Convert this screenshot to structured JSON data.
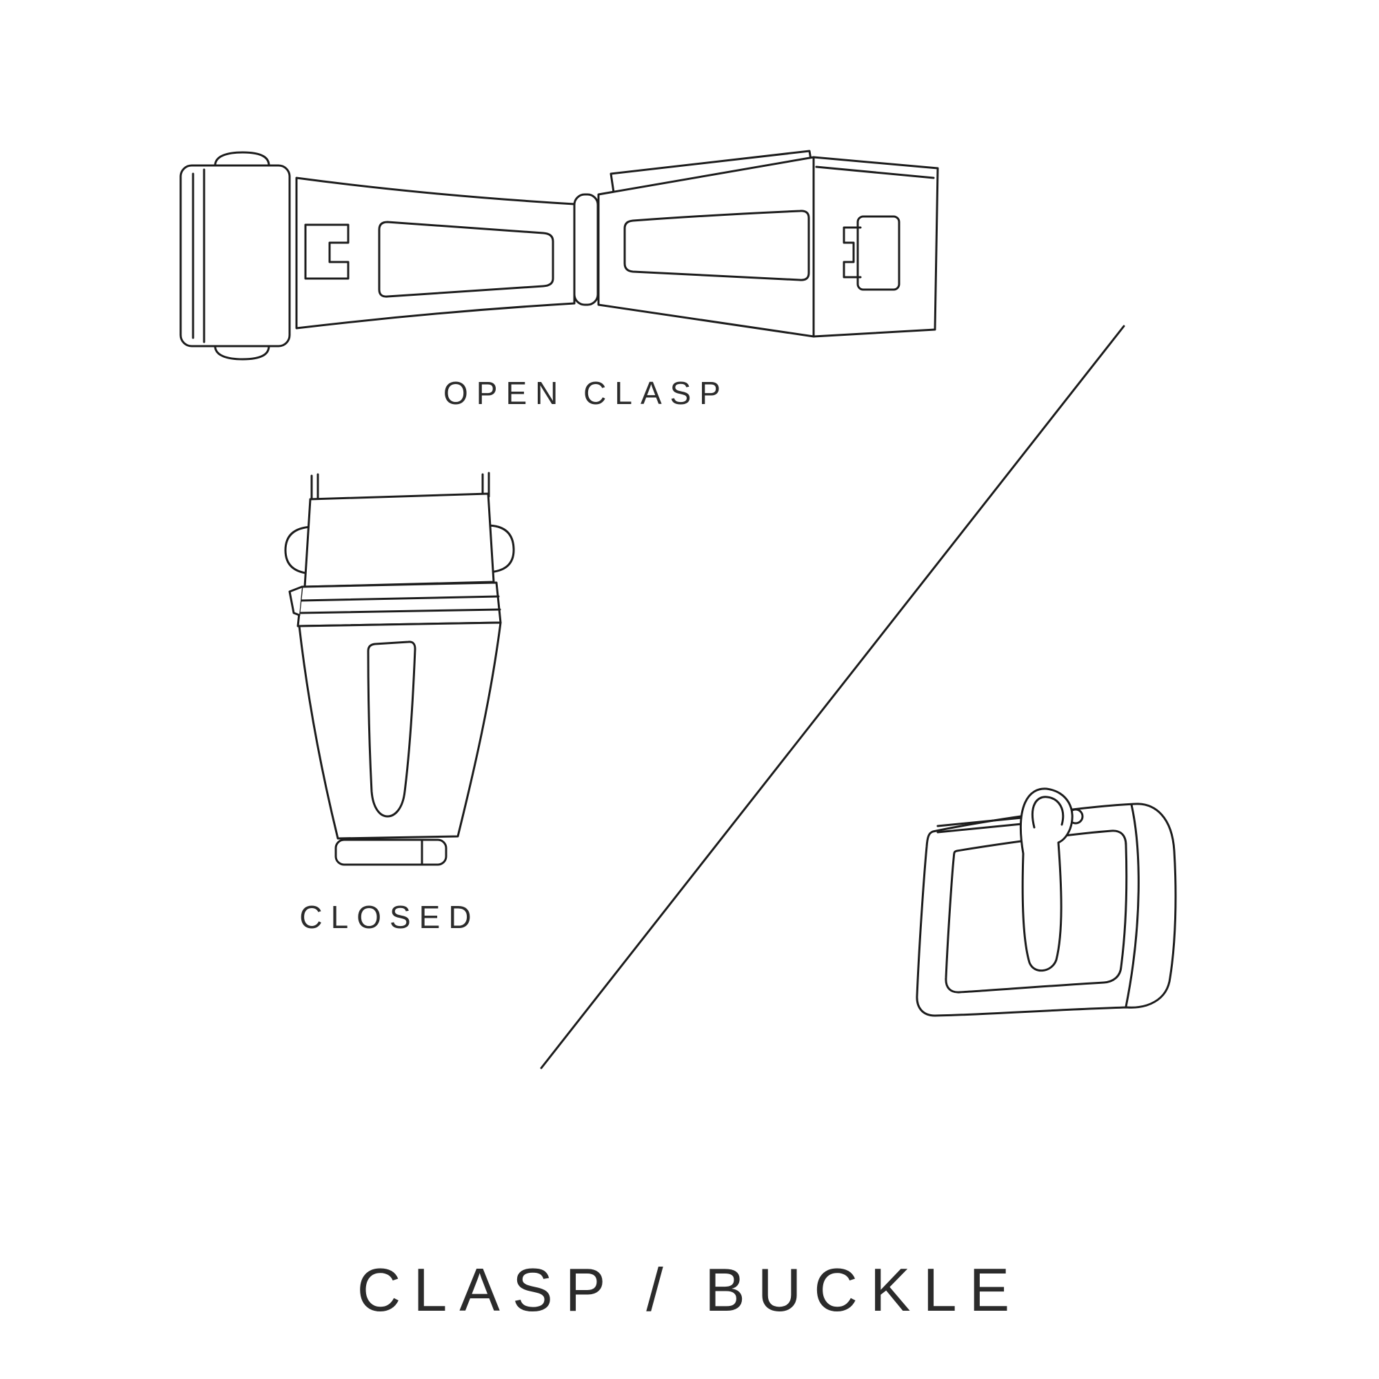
{
  "title": "CLASP / BUCKLE",
  "figures": {
    "open_clasp": {
      "name": "open-clasp-illustration",
      "label": "OPEN CLASP"
    },
    "closed_clasp": {
      "name": "closed-clasp-illustration",
      "label": "CLOSED"
    },
    "buckle": {
      "name": "tang-buckle-illustration",
      "label": ""
    }
  },
  "colors": {
    "background": "#ffffff",
    "line": "#1c1c1c",
    "text": "#2b2b2b"
  }
}
